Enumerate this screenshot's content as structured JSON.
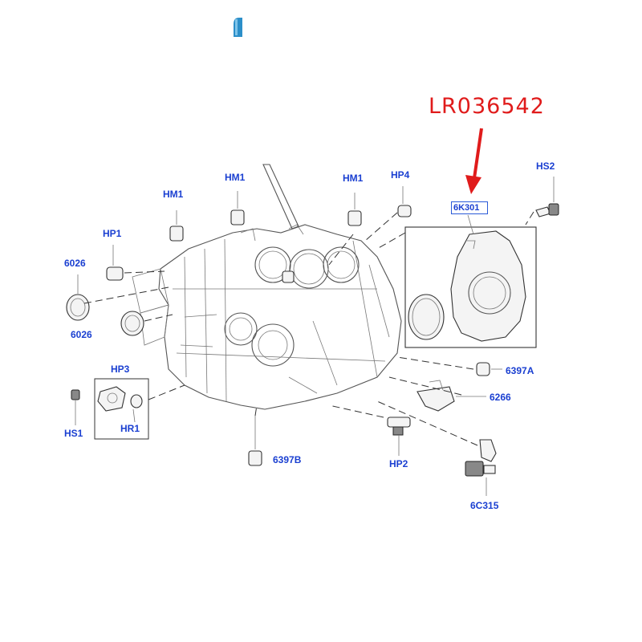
{
  "part_number": "LR036542",
  "colors": {
    "callout": "#1a3fd1",
    "part_number": "#e01b1b",
    "arrow": "#e01b1b",
    "logo": "#2c8fc9"
  },
  "logo": {
    "icon": "blue-tab-logo-icon"
  },
  "callouts": {
    "hm1_a": "HM1",
    "hm1_b": "HM1",
    "hm1_c": "HM1",
    "hp4": "HP4",
    "hs2": "HS2",
    "k301": "6K301",
    "hp1": "HP1",
    "c6026_a": "6026",
    "c6026_b": "6026",
    "hp3": "HP3",
    "hs1": "HS1",
    "hr1": "HR1",
    "c6397b": "6397B",
    "hp2": "HP2",
    "c6397a": "6397A",
    "c6266": "6266",
    "c6c315": "6C315"
  }
}
